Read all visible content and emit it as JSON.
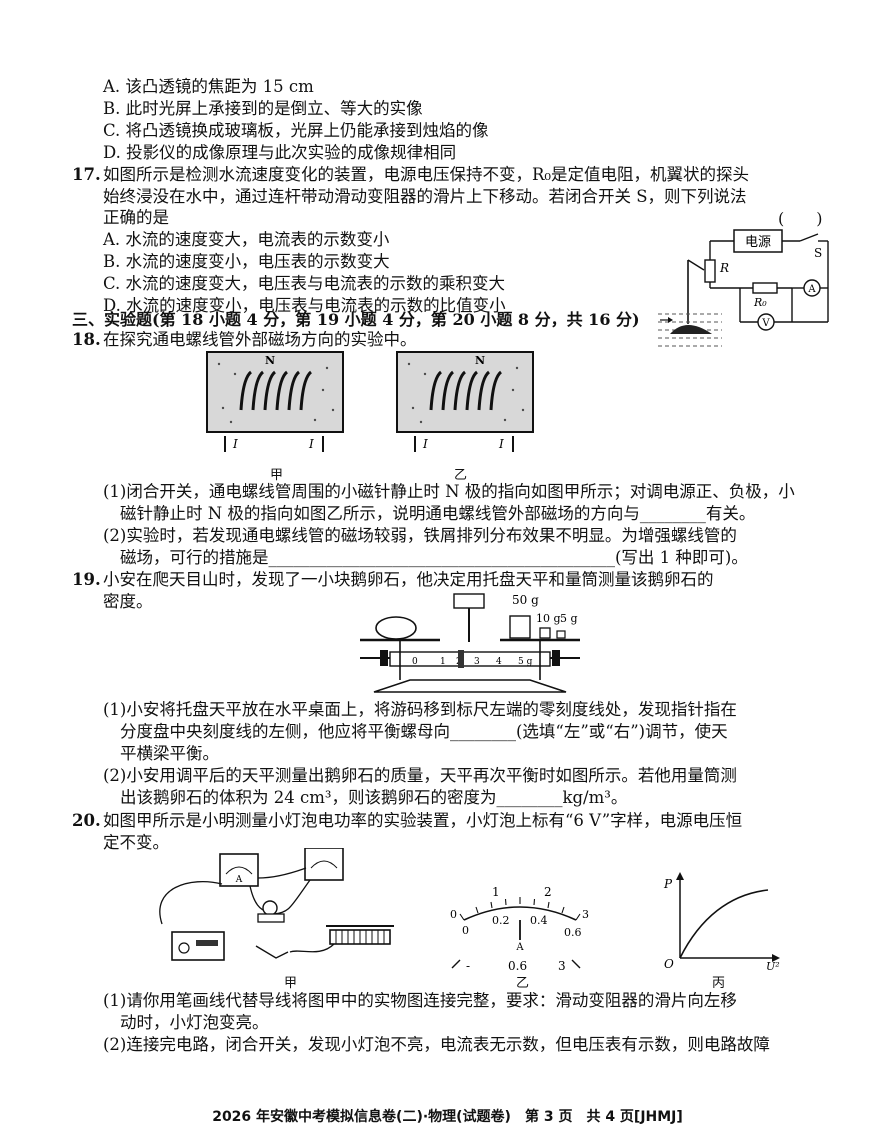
{
  "q16": {
    "a": "A. 该凸透镜的焦距为 15 cm",
    "b": "B. 此时光屏上承接到的是倒立、等大的实像",
    "c": "C. 将凸透镜换成玻璃板，光屏上仍能承接到烛焰的像",
    "d": "D. 投影仪的成像原理与此次实验的成像规律相同"
  },
  "q17": {
    "num": "17.",
    "line1": "如图所示是检测水流速度变化的装置，电源电压保持不变，R₀是定值电阻，机翼状的探头",
    "line2": "始终浸没在水中，通过连杆带动滑动变阻器的滑片上下移动。若闭合开关 S，则下列说法",
    "line3": "正确的是",
    "paren": "(　　)",
    "a": "A. 水流的速度变大，电流表的示数变小",
    "b": "B. 水流的速度变小，电压表的示数变大",
    "c": "C. 水流的速度变大，电压表与电流表的示数的乘积变大",
    "d": "D. 水流的速度变小，电压表与电流表的示数的比值变小",
    "fig": {
      "power": "电源",
      "switch": "S",
      "r": "R",
      "r0": "R₀",
      "ammeter": "A",
      "voltmeter": "V"
    }
  },
  "section3": "三、实验题(第 18 小题 4 分，第 19 小题 4 分，第 20 小题 8 分，共 16 分)",
  "q18": {
    "num": "18.",
    "stem": "在探究通电螺线管外部磁场方向的实验中。",
    "fig_jia": "甲",
    "fig_yi": "乙",
    "current": "I",
    "pole": "N",
    "p1a": "(1)闭合开关，通电螺线管周围的小磁针静止时 N 极的指向如图甲所示；对调电源正、负极，小",
    "p1b": "磁针静止时 N 极的指向如图乙所示，说明通电螺线管外部磁场的方向与________有关。",
    "p2a": "(2)实验时，若发现通电螺线管的磁场较弱，铁屑排列分布效果不明显。为增强螺线管的",
    "p2b": "磁场，可行的措施是__________________________________________(写出 1 种即可)。"
  },
  "q19": {
    "num": "19.",
    "stem1": "小安在爬天目山时，发现了一小块鹅卵石，他决定用托盘天平和量筒测量该鹅卵石的",
    "stem2": "密度。",
    "w50": "50 g",
    "w10": "10 g",
    "w5": "5 g",
    "scale": [
      "0",
      "1",
      "2",
      "3",
      "4",
      "5 g"
    ],
    "p1a": "(1)小安将托盘天平放在水平桌面上，将游码移到标尺左端的零刻度线处，发现指针指在",
    "p1b": "分度盘中央刻度线的左侧，他应将平衡螺母向________(选填“左”或“右”)调节，使天",
    "p1c": "平横梁平衡。",
    "p2a": "(2)小安用调平后的天平测量出鹅卵石的质量，天平再次平衡时如图所示。若他用量筒测",
    "p2b": "出该鹅卵石的体积为 24 cm³，则该鹅卵石的密度为________kg/m³。"
  },
  "q20": {
    "num": "20.",
    "stem1": "如图甲所示是小明测量小灯泡电功率的实验装置，小灯泡上标有“6 V”字样，电源电压恒",
    "stem2": "定不变。",
    "fig_jia": "甲",
    "fig_yi": "乙",
    "fig_bing": "丙",
    "meter_top": [
      "1",
      "2"
    ],
    "meter_inner": [
      "0.2",
      "0.4"
    ],
    "meter_ends": [
      "0",
      "3",
      "0",
      "0.6"
    ],
    "meter_unit": "A",
    "terminals": [
      "-",
      "0.6",
      "3"
    ],
    "graph_p": "P",
    "graph_o": "O",
    "graph_u": "U²",
    "p1a": "(1)请你用笔画线代替导线将图甲中的实物图连接完整，要求：滑动变阻器的滑片向左移",
    "p1b": "动时，小灯泡变亮。",
    "p2a": "(2)连接完电路，闭合开关，发现小灯泡不亮，电流表无示数，但电压表有示数，则电路故障"
  },
  "footer": "2026 年安徽中考模拟信息卷(二)·物理(试题卷)　第 3 页　共 4 页[JHMJ]"
}
